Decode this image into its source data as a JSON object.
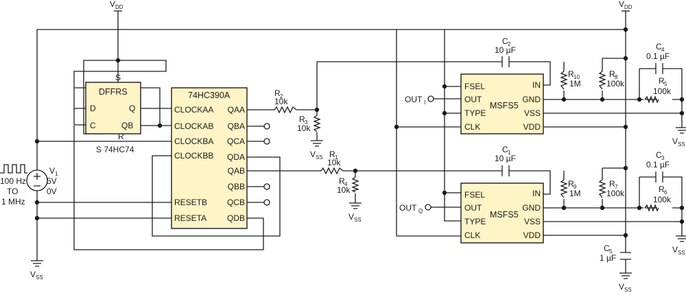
{
  "colors": {
    "chip_fill": "#fff4c6",
    "wire": "#1a1a1a"
  },
  "rails": {
    "vdd": "V",
    "vdd_sub": "DD",
    "vss": "V",
    "vss_sub": "SS"
  },
  "ff": {
    "name": "DFFRS",
    "pin_s": "S",
    "pin_r": "R",
    "pin_d": "D",
    "pin_c": "C",
    "pin_q": "Q",
    "pin_qb": "QB",
    "part": "S 74HC74"
  },
  "counter": {
    "name": "74HC390A",
    "left_pins": [
      "CLOCKAA",
      "CLOCKAB",
      "CLOCKBA",
      "CLOCKBB",
      "RESETB",
      "RESETA"
    ],
    "right_pins": [
      "QAA",
      "QBA",
      "QCA",
      "QDA",
      "QAB",
      "QBB",
      "QCB",
      "QDB"
    ]
  },
  "source": {
    "name": "V",
    "sub": "1",
    "high": "5V",
    "low": "0V",
    "range": [
      "100 Hz",
      "TO",
      "1 MHz"
    ]
  },
  "resistors": {
    "r1": {
      "name": "R",
      "sub": "1",
      "value": "10k"
    },
    "r2": {
      "name": "R",
      "sub": "2",
      "value": "10k"
    },
    "r3": {
      "name": "R",
      "sub": "3",
      "value": "10k"
    },
    "r4": {
      "name": "R",
      "sub": "4",
      "value": "10k"
    },
    "r5": {
      "name": "R",
      "sub": "5",
      "value": "100k"
    },
    "r6": {
      "name": "R",
      "sub": "6",
      "value": "100k"
    },
    "r7": {
      "name": "R",
      "sub": "7",
      "value": "100k"
    },
    "r8": {
      "name": "R",
      "sub": "8",
      "value": "100k"
    },
    "r9": {
      "name": "R",
      "sub": "9",
      "value": "1M"
    },
    "r10": {
      "name": "R",
      "sub": "10",
      "value": "1M"
    }
  },
  "capacitors": {
    "c1": {
      "name": "C",
      "sub": "1",
      "value": "10 µF"
    },
    "c2": {
      "name": "C",
      "sub": "2",
      "value": "10 µF"
    },
    "c3": {
      "name": "C",
      "sub": "3",
      "value": "0.1 µF"
    },
    "c4": {
      "name": "C",
      "sub": "4",
      "value": "0.1 µF"
    },
    "c5": {
      "name": "C",
      "sub": "5",
      "value": "1 µF"
    }
  },
  "filters": {
    "name": "MSFS5",
    "left_pins": [
      "FSEL",
      "OUT",
      "TYPE",
      "CLK"
    ],
    "right_pins": [
      "IN",
      "GND",
      "VSS",
      "VDD"
    ],
    "out_i": {
      "name": "OUT",
      "sub": "I"
    },
    "out_q": {
      "name": "OUT",
      "sub": "Q"
    }
  }
}
